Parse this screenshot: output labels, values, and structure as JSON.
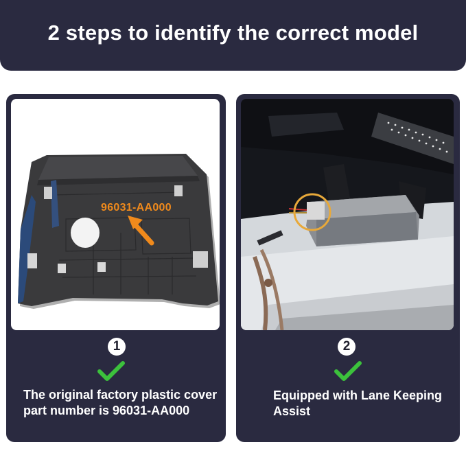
{
  "header": {
    "title": "2 steps to identify the correct model"
  },
  "steps": [
    {
      "number": "1",
      "text": "The original factory plastic cover part number is 96031-AA000",
      "photo_label": "96031-AA000"
    },
    {
      "number": "2",
      "text": "Equipped with Lane Keeping Assist"
    }
  ],
  "colors": {
    "panel": "#2a2a40",
    "check": "#3cc13c",
    "label": "#f08a1c",
    "highlight_circle": "#e8a93a"
  },
  "icons": [
    "check-icon",
    "arrow-icon",
    "highlight-circle-icon"
  ]
}
